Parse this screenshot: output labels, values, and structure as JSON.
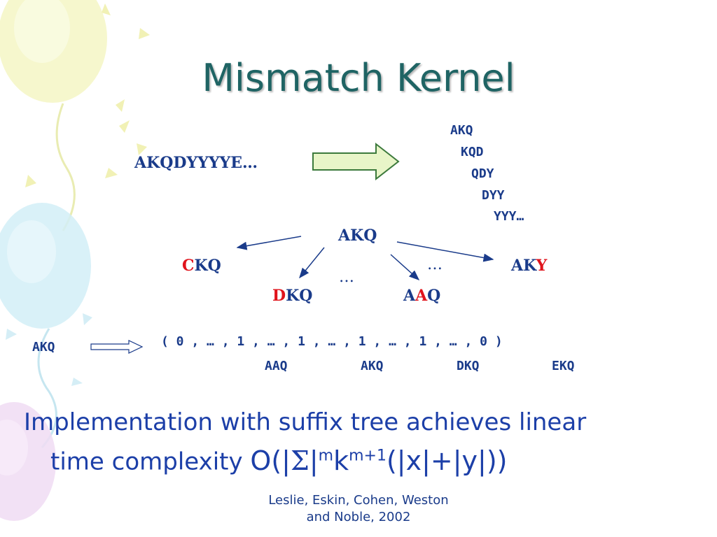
{
  "slide": {
    "title": "Mismatch Kernel",
    "sequence": "AKQDYYYYE…",
    "kmers": [
      "AKQ",
      "KQD",
      "QDY",
      "DYY",
      "YYY…"
    ],
    "tree": {
      "root": "AKQ",
      "ckq_prefix": "C",
      "ckq_rest": "KQ",
      "dkq_prefix": "D",
      "dkq_rest": "KQ",
      "aaq_a": "A",
      "aaq_mut": "A",
      "aaq_q": "Q",
      "aky_prefix": "AK",
      "aky_mut": "Y",
      "ellipsis_left": "…",
      "ellipsis_right": "…"
    },
    "feature_map": {
      "input": "AKQ",
      "vector": "( 0 , … , 1 , … , 1 , … , 1 , … , 1 , … , 0 )",
      "labels": [
        "AAQ",
        "AKQ",
        "DKQ",
        "EKQ"
      ]
    },
    "implementation": {
      "line1": "Implementation with suffix tree achieves linear",
      "line2_text": "time complexity ",
      "formula_o": "O(|",
      "formula_sigma": "Σ",
      "formula_bar": "|",
      "formula_m": "m",
      "formula_k": "k",
      "formula_mplus1": "m+1",
      "formula_tail": "(|x|+|y|))"
    },
    "citation_line1": "Leslie, Eskin, Cohen, Weston",
    "citation_line2": "and Noble, 2002"
  },
  "colors": {
    "title": "#1f6464",
    "text_blue": "#1a3b8a",
    "mutation_red": "#e0141c",
    "arrow_fill": "#e8f5c8",
    "arrow_stroke": "#3c7a3c"
  }
}
